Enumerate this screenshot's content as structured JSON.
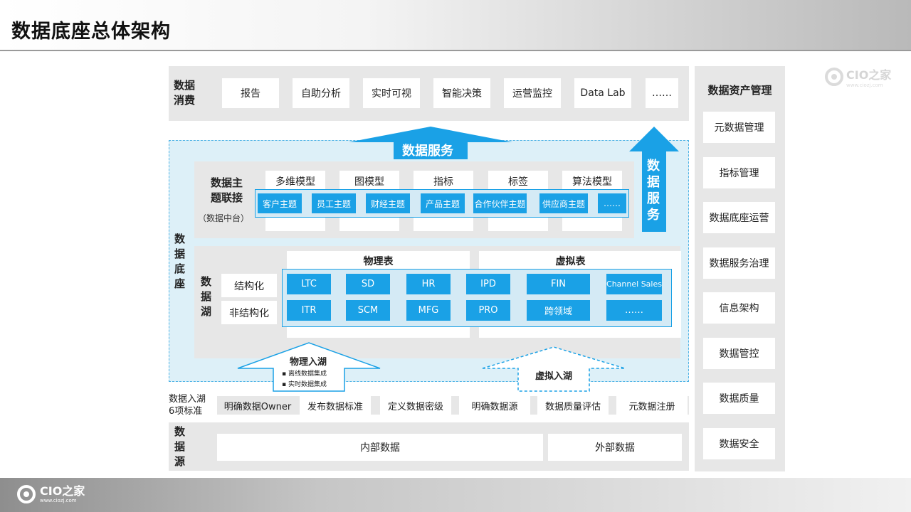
{
  "page_title": "数据底座总体架构",
  "logo": {
    "text": "CIO之家",
    "url": "www.ciozj.com"
  },
  "consumption": {
    "label": [
      "数据",
      "消费"
    ],
    "items": [
      "报告",
      "自助分析",
      "实时可视",
      "智能决策",
      "运营监控",
      "Data Lab",
      "……"
    ]
  },
  "service_arrow_label": "数据服务",
  "service_vertical_label": [
    "数",
    "据",
    "服",
    "务"
  ],
  "platform_label": [
    "数",
    "据",
    "底",
    "座"
  ],
  "topic": {
    "label_lines": [
      "数据主",
      "题联接"
    ],
    "sublabel": "（数据中台）",
    "models": [
      "多维模型",
      "图模型",
      "指标",
      "标签",
      "算法模型"
    ],
    "subjects": [
      "客户主题",
      "员工主题",
      "财经主题",
      "产品主题",
      "合作伙伴主题",
      "供应商主题",
      "……"
    ]
  },
  "lake": {
    "label": [
      "数",
      "据",
      "湖"
    ],
    "headers": [
      "物理表",
      "虚拟表"
    ],
    "row_labels": [
      "结构化",
      "非结构化"
    ],
    "row1": [
      "LTC",
      "SD",
      "HR",
      "IPD",
      "FIN",
      "Channel Sales"
    ],
    "row2": [
      "ITR",
      "SCM",
      "MFG",
      "PRO",
      "跨领域",
      "……"
    ]
  },
  "ingest": {
    "physical_label": "物理入湖",
    "physical_items": [
      "离线数据集成",
      "实时数据集成"
    ],
    "virtual_label": "虚拟入湖"
  },
  "standards": {
    "label_lines": [
      "数据入湖",
      "6项标准"
    ],
    "items": [
      "明确数据Owner",
      "发布数据标准",
      "定义数据密级",
      "明确数据源",
      "数据质量评估",
      "元数据注册"
    ]
  },
  "source": {
    "label": [
      "数",
      "据",
      "源"
    ],
    "internal": "内部数据",
    "external": "外部数据"
  },
  "asset_mgmt": {
    "title": "数据资产管理",
    "items": [
      "元数据管理",
      "指标管理",
      "数据底座运营",
      "数据服务治理",
      "信息架构",
      "数据管控",
      "数据质量",
      "数据安全"
    ]
  },
  "colors": {
    "blue": "#1aa1e6",
    "light_blue": "#ddf0f8",
    "gray_panel": "#e7e7e7"
  }
}
